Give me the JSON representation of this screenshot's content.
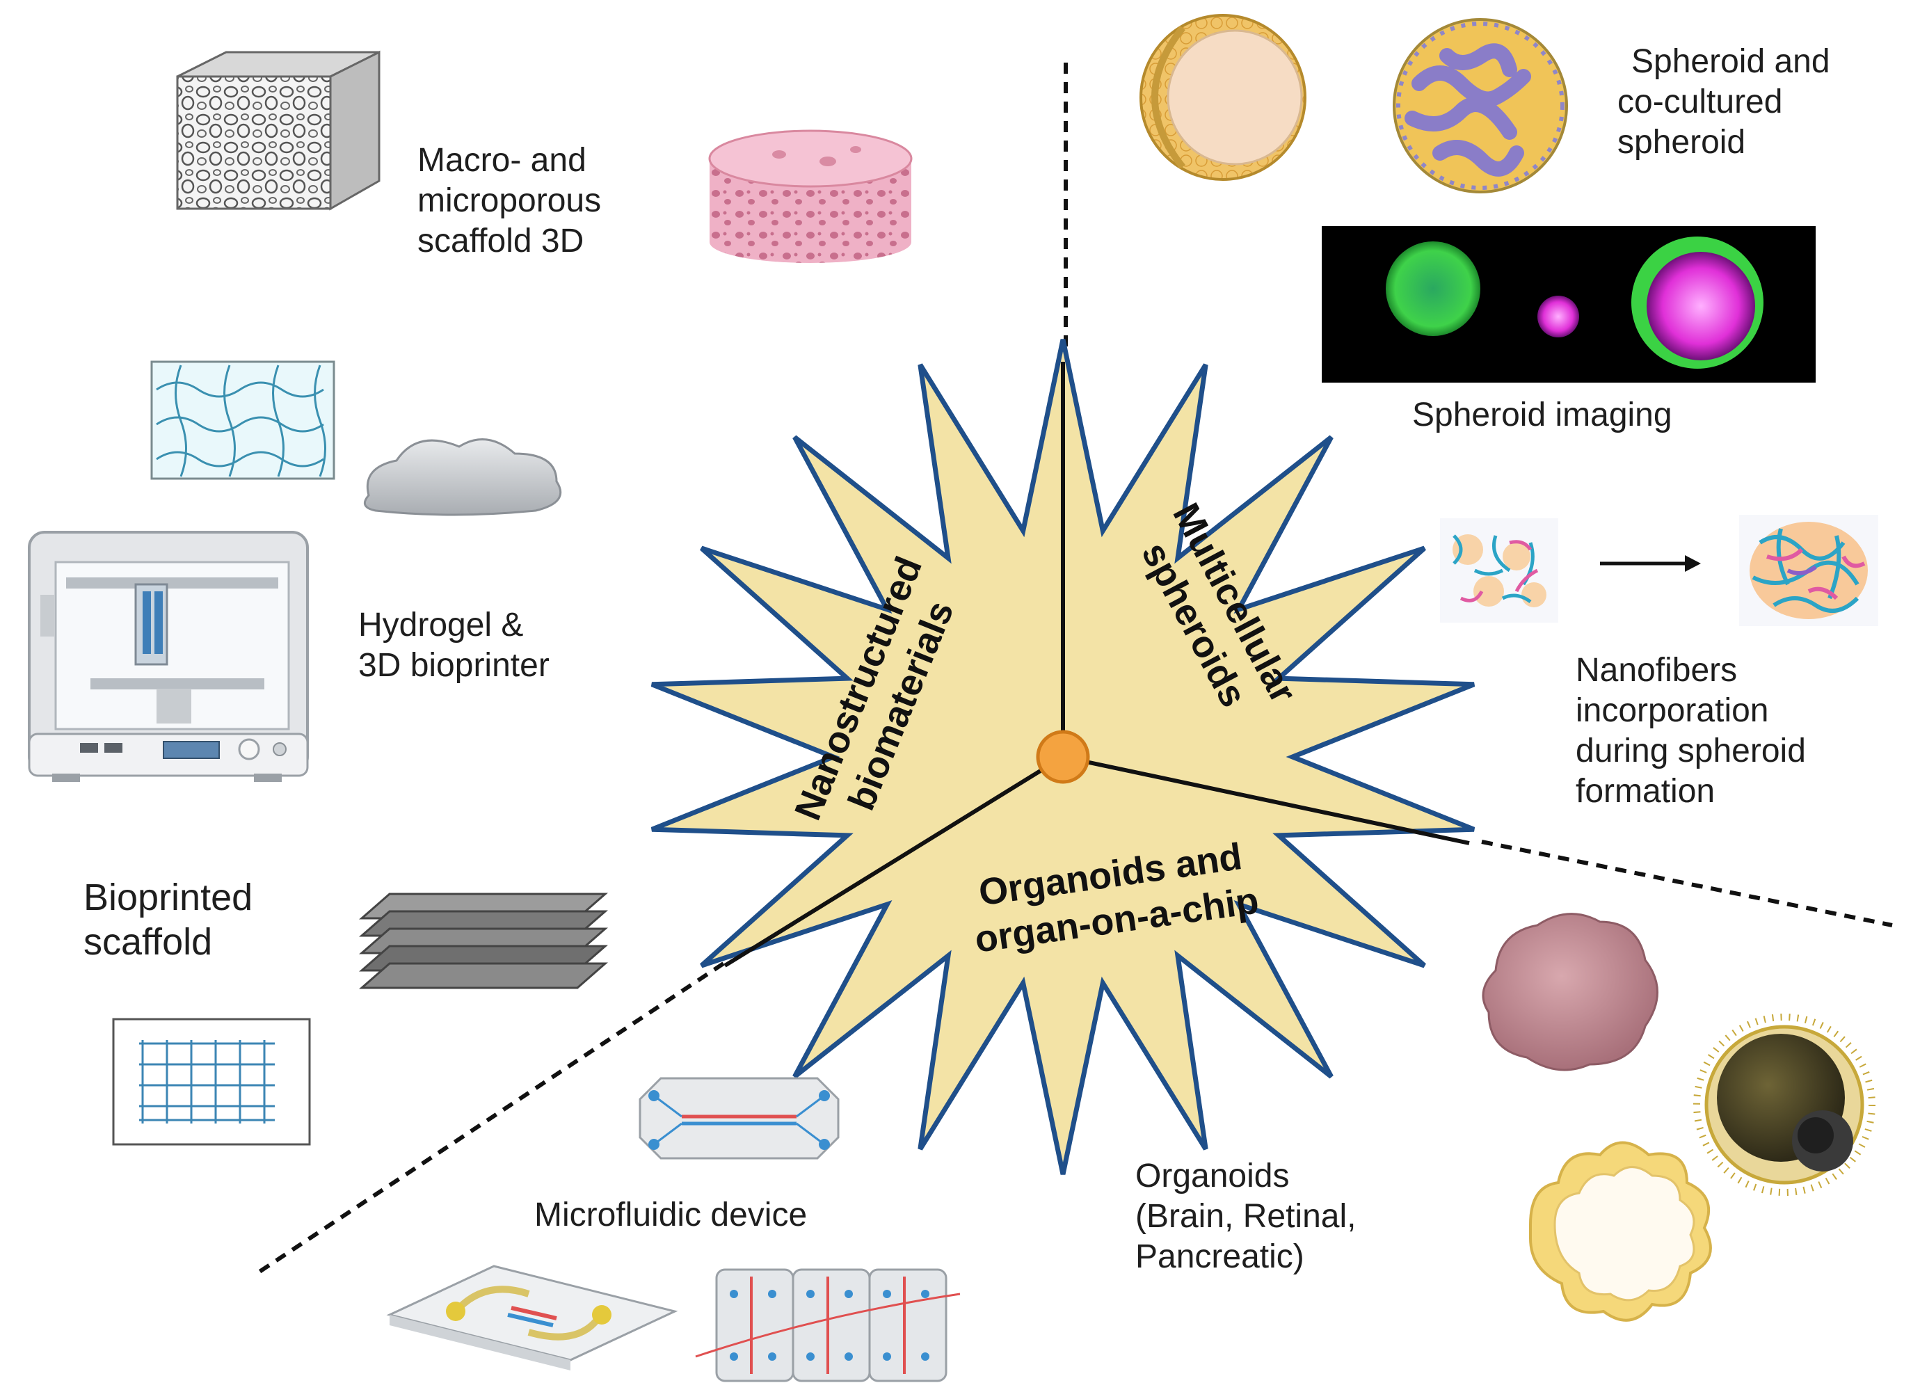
{
  "center": {
    "sector_labels": {
      "nanostructured": [
        "Nanostructured",
        "biomaterials"
      ],
      "multicellular": [
        "Multicellular",
        "spheroids"
      ],
      "organoids": [
        "Organoids and",
        "organ-on-a-chip"
      ]
    }
  },
  "labels": {
    "macro_scaffold": [
      "Macro- and",
      "microporous",
      "scaffold 3D"
    ],
    "hydrogel_bioprinter": [
      "Hydrogel &",
      "3D bioprinter"
    ],
    "bioprinted_scaffold": [
      "Bioprinted",
      "scaffold"
    ],
    "spheroid_coculture": [
      "Spheroid and",
      "co-cultured",
      "spheroid"
    ],
    "spheroid_imaging": "Spheroid imaging",
    "nanofibers": [
      "Nanofibers",
      "incorporation",
      "during spheroid",
      "formation"
    ],
    "organoids": [
      "Organoids",
      "(Brain, Retinal,",
      "Pancreatic)"
    ],
    "microfluidic": "Microfluidic device"
  },
  "colors": {
    "star_fill": "#f3e3a6",
    "star_stroke": "#1f4f8a",
    "hub": "#f4a340",
    "divider": "#111111"
  }
}
